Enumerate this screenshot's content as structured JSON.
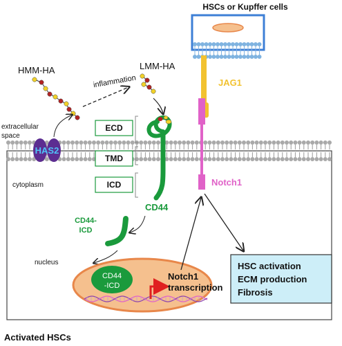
{
  "title_top": "HSCs or Kupffer cells",
  "labels": {
    "hmm_ha": "HMM-HA",
    "lmm_ha": "LMM-HA",
    "inflammation": "inflammation",
    "extracellular_line1": "extracellular",
    "extracellular_line2": "space",
    "cytoplasm": "cytoplasm",
    "has2": "HAS2",
    "ecd": "ECD",
    "tmd": "TMD",
    "icd": "ICD",
    "cd44": "CD44",
    "cd44_icd_line1": "CD44-",
    "cd44_icd_line2": "ICD",
    "jag1": "JAG1",
    "notch1": "Notch1",
    "nucleus": "nucleus",
    "nuc_cd44_line1": "CD44",
    "nuc_cd44_line2": "-ICD",
    "notch_tx_line1": "Notch1",
    "notch_tx_line2": "transcription",
    "outcome_line1": "HSC activation",
    "outcome_line2": "ECM production",
    "outcome_line3": "Fibrosis",
    "bottom_title": "Activated HSCs"
  },
  "colors": {
    "green": "#1a9a3c",
    "pink": "#e062c8",
    "jag1_yellow": "#f2c230",
    "jag_box_blue": "#3d7fd6",
    "has2_purple": "#5c2d91",
    "has2_text": "#4fc3f7",
    "outcome_bg": "#cdeef8",
    "nucleus_fill": "#f5c08e",
    "nucleus_stroke": "#e8874a",
    "red_arrow": "#e02020",
    "membrane": "#a9a9a9"
  }
}
